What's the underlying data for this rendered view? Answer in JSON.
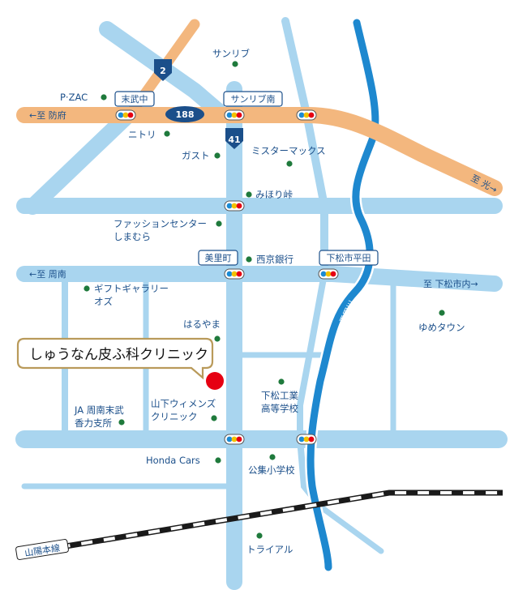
{
  "map": {
    "clinic_name": "しゅうなん皮ふ科クリニック",
    "route_numbers": {
      "r2": "2",
      "r188": "188",
      "r41": "41"
    },
    "direction_labels": {
      "to_hofu": "←至 防府",
      "to_hikari": "至 光→",
      "to_shunan": "←至 周南",
      "to_kudamatsu": "至 下松市内→"
    },
    "intersection_signs": {
      "suetake_naka": "末武中",
      "sunrib_minami": "サンリブ南",
      "misato_cho": "美里町",
      "kudamatsu_hirata": "下松市平田"
    },
    "river_label": "平田川",
    "railway_label": "山陽本線",
    "landmarks": {
      "sunrib": "サンリブ",
      "pzac": "P·ZAC",
      "nitori": "ニトリ",
      "gusto": "ガスト",
      "mister_max": "ミスターマックス",
      "mihori_toge": "みほり峠",
      "fashion_center_1": "ファッションセンター",
      "fashion_center_2": "しまむら",
      "saikyo_bank": "西京銀行",
      "gift_gallery_1": "ギフトギャラリー",
      "gift_gallery_2": "オズ",
      "youme_town": "ゆめタウン",
      "haruyama": "はるやま",
      "kudamatsu_school_1": "下松工業",
      "kudamatsu_school_2": "高等学校",
      "ja_1": "JA 周南末武",
      "ja_2": "香力支所",
      "yamashita_1": "山下ウィメンズ",
      "yamashita_2": "クリニック",
      "honda": "Honda Cars",
      "kushu_school": "公集小学校",
      "trial": "トライアル"
    },
    "colors": {
      "road": "#a9d5ef",
      "highway": "#f3b77e",
      "river": "#1e88cf",
      "landmark_dot": "#1f7a3c",
      "clinic_marker": "#e60012",
      "text": "#1b4f8a",
      "route_shield": "#1b4f8a",
      "callout_border": "#b99a5a"
    }
  }
}
